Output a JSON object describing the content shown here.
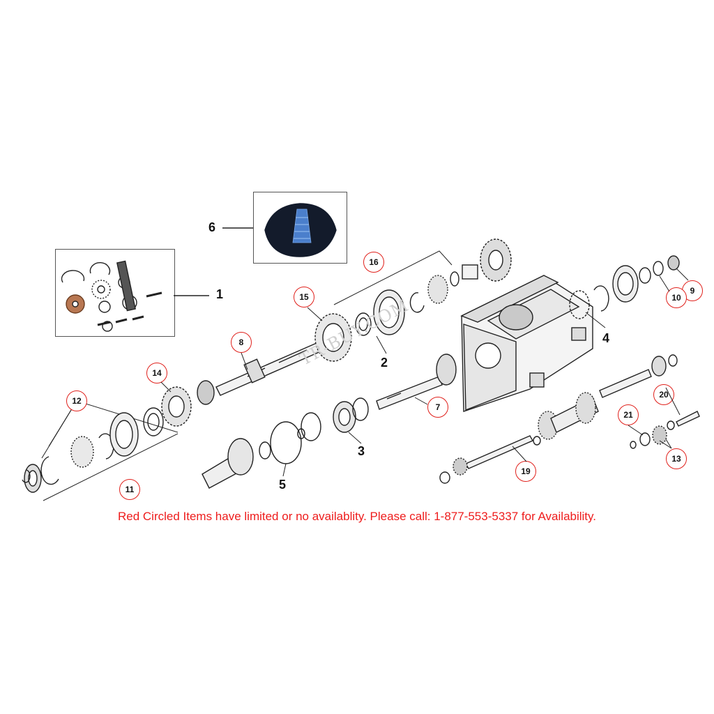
{
  "notice": "Red Circled Items have limited or no availablity. Please call: 1-877-553-5337 for Availability.",
  "watermark": "TR-BUY.COM",
  "callouts": {
    "c1": "1",
    "c2": "2",
    "c3": "3",
    "c4": "4",
    "c5": "5",
    "c6": "6",
    "c7": "7",
    "c8": "8",
    "c9": "9",
    "c10": "10",
    "c11": "11",
    "c12": "12",
    "c13": "13",
    "c14": "14",
    "c15": "15",
    "c16": "16",
    "c19": "19",
    "c20": "20",
    "c21": "21"
  },
  "colors": {
    "circle": "#e0201b",
    "notice": "#ee1c1c"
  }
}
